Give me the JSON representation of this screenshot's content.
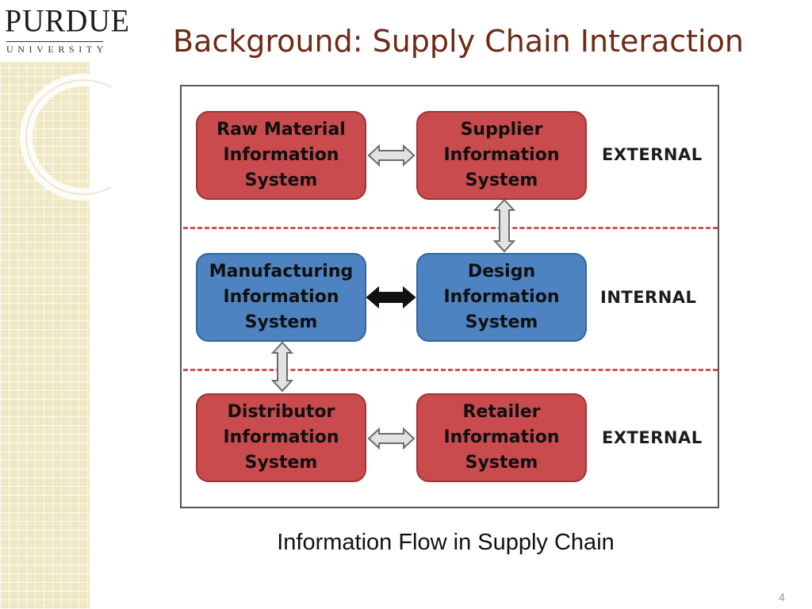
{
  "logo": {
    "name": "PURDUE",
    "sub": "UNIVERSITY"
  },
  "slide": {
    "title": "Background: Supply Chain Interaction",
    "caption": "Information Flow in Supply Chain",
    "page_number": "4"
  },
  "diagram": {
    "boxes": {
      "raw_material": [
        "Raw Material",
        "Information",
        "System"
      ],
      "supplier": [
        "Supplier",
        "Information",
        "System"
      ],
      "manufacturing": [
        "Manufacturing",
        "Information",
        "System"
      ],
      "design": [
        "Design",
        "Information",
        "System"
      ],
      "distributor": [
        "Distributor",
        "Information",
        "System"
      ],
      "retailer": [
        "Retailer",
        "Information",
        "System"
      ]
    },
    "zones": {
      "top": "EXTERNAL",
      "middle": "INTERNAL",
      "bottom": "EXTERNAL"
    },
    "colors": {
      "external": "#c94b4d",
      "internal": "#4e83c1",
      "divider": "#d94d55",
      "title": "#6e2a16"
    }
  }
}
